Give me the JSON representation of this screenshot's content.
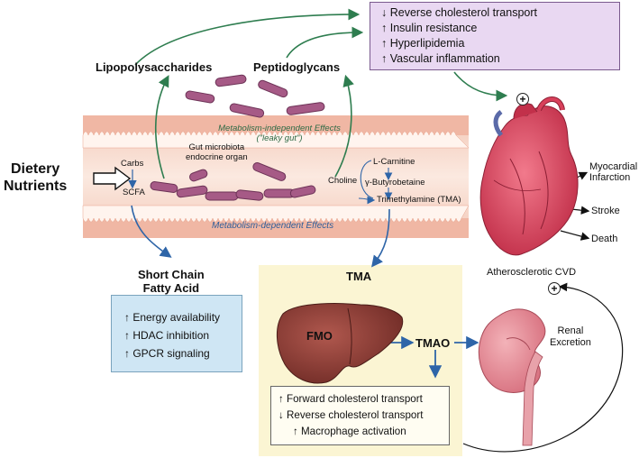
{
  "inputs": {
    "dietery_nutrients": "Dietery\nNutrients"
  },
  "gut": {
    "carbs": "Carbs",
    "scfa": "SCFA",
    "microbiota": "Gut microbiota\nendocrine organ",
    "metabolism_independent": "Metabolism-independent Effects",
    "leaky_gut": "(\"leaky gut\")",
    "metabolism_dependent": "Metabolism-dependent Effects",
    "choline": "Choline",
    "l_carnitine": "L-Carnitine",
    "butyrobetaine": "γ-Butyrobetaine",
    "tma_full": "Trimethylamine (TMA)"
  },
  "bacterial_products": {
    "lps": "Lipopolysaccharides",
    "peptidoglycans": "Peptidoglycans"
  },
  "systemic_effects": [
    "↓ Reverse cholesterol transport",
    "↑ Insulin resistance",
    "↑ Hyperlipidemia",
    "↑ Vascular inflammation"
  ],
  "scfa_section": {
    "title": "Short Chain\nFatty Acid",
    "effects": [
      "↑ Energy availability",
      "↑ HDAC inhibition",
      "↑ GPCR signaling"
    ]
  },
  "liver_section": {
    "tma": "TMA",
    "fmo": "FMO",
    "tmao": "TMAO",
    "effects": [
      "↑ Forward cholesterol transport",
      "↓ Reverse cholesterol transport",
      "↑ Macrophage activation"
    ]
  },
  "heart": {
    "plus_symbol": "+",
    "outcomes": [
      "Myocardial\nInfarction",
      "Stroke",
      "Death"
    ],
    "caption": "Atherosclerotic CVD"
  },
  "kidney": {
    "renal_excretion": "Renal\nExcretion",
    "plus_symbol": "+"
  },
  "colors": {
    "green_arrow": "#2e7d4f",
    "blue_arrow": "#2e65a8",
    "purple_box": "#e9d8f2",
    "blue_box": "#cfe6f4",
    "yellow_panel": "#fbf5d3",
    "bacteria": "#a65a86",
    "liver": "#8a3a33",
    "heart": "#d8405a",
    "kidney": "#e6909a"
  }
}
